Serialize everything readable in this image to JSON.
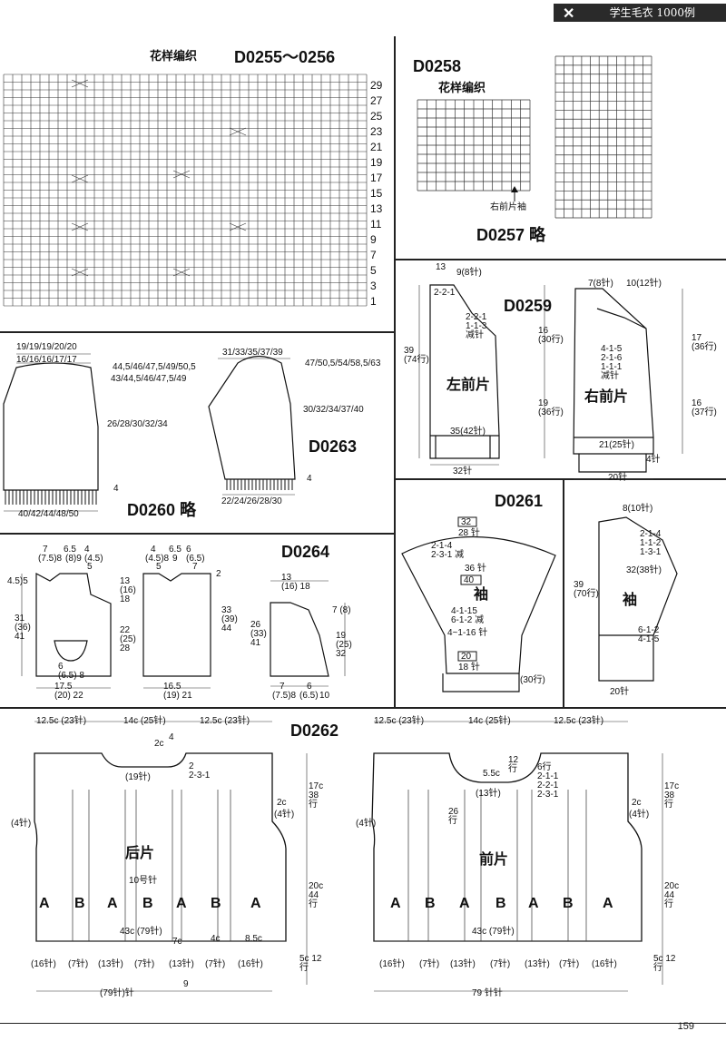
{
  "header": {
    "title": "学生毛衣 1000例",
    "accent": "#2a2a2a"
  },
  "page_number": "159",
  "sections": {
    "d0255": {
      "code": "D0255～0256",
      "subtitle": "花样编织",
      "row_numbers": [
        "29",
        "27",
        "25",
        "23",
        "21",
        "19",
        "17",
        "15",
        "13",
        "11",
        "9",
        "7",
        "5",
        "3",
        "1"
      ]
    },
    "d0258": {
      "code": "D0258",
      "subtitle": "花样编织",
      "arrow_label": "右前片袖"
    },
    "d0257": {
      "code": "D0257 略"
    },
    "d0259": {
      "code": "D0259",
      "left_piece": "左前片",
      "right_piece": "右前片",
      "l_top_a": "13",
      "l_top_b": "9(8针)",
      "l_steps": "2-2-1",
      "l_steps2": "2-2-1\n1-1-3\n减针",
      "l_height": "39\n(74行)",
      "l_bottom": "35(42针)",
      "l_width": "32针",
      "r_top_a": "7(8针)",
      "r_top_b": "10(12针)",
      "r_steps": "4-1-5\n2-1-6\n1-1-1\n减针",
      "r_h1": "16\n(30行)",
      "r_h2": "19\n(36行)",
      "r_bottom": "21(25针)",
      "r_width": "20针",
      "r_band": "4针",
      "r_right1": "17\n(36行)",
      "r_right2": "16\n(37行)"
    },
    "d0260": {
      "code": "D0260 略",
      "top1": "19/19/19/20/20",
      "top2": "16/16/16/17/17",
      "r1": "44,5/46/47,5/49/50,5",
      "r2": "43/44,5/46/47,5/49",
      "r3": "26/28/30/32/34",
      "rib": "4",
      "bottom": "40/42/44/48/50"
    },
    "d0263": {
      "code": "D0263",
      "top": "31/33/35/37/39",
      "r1": "47/50,5/54/58,5/63",
      "r2": "30/32/34/37/40",
      "rib": "4",
      "bottom": "22/24/26/28/30"
    },
    "d0264": {
      "code": "D0264",
      "a_top": [
        "7",
        "6.5",
        "4",
        "(7.5)8",
        "(8)9",
        "(4.5)",
        "5"
      ],
      "a_left": [
        "4.5)5",
        "31\n(36)\n41"
      ],
      "a_bottom": "17.5\n(20) 22",
      "a_pocket": "6\n(6.5) 8",
      "b_top": [
        "4",
        "6.5",
        "6",
        "(4.5)8",
        "9",
        "(6.5)",
        "5",
        "7"
      ],
      "b_mid": [
        "13\n(16)\n18",
        "22\n(25)\n28"
      ],
      "b_bottom": "16.5\n(19) 21",
      "b_side": "2",
      "b_right": "33\n(39)\n44",
      "c_top": "13\n(16) 18",
      "c_left": "26\n(33)\n41",
      "c_right1": "7 (8)",
      "c_right2": "19\n(25)\n32",
      "c_bottom": [
        "7",
        "6",
        "(7.5)8",
        "(6.5)",
        "10"
      ]
    },
    "d0261": {
      "code": "D0261",
      "sleeve": "袖",
      "top1": "32",
      "top2": "28 针",
      "steps": "2-1-4\n2-3-1 减",
      "mid": "36 针",
      "n40": "40",
      "dec": "4-1-15\n6-1-2 减",
      "dec2": "4~1-16 针",
      "n20": "20",
      "n18": "18 针",
      "right": "(30行)",
      "side_top": "8(10针)",
      "side_steps": "2-1-4\n1-1-2\n1-3-1",
      "side_mid": "32(38针)",
      "side_left": "39\n(70行)",
      "side_steps2": "6-1-2\n4-1-5",
      "side_bottom": "20针"
    },
    "d0262": {
      "code": "D0262",
      "back": {
        "title": "后片",
        "needle": "10号针",
        "top": [
          "12.5c (23针)",
          "14c (25针)",
          "12.5c (23针)"
        ],
        "neck": "2c",
        "neck_n": "4",
        "neck_st": "(19针)",
        "neck_steps": "2\n2-3-1",
        "side": [
          "2c",
          "(4针)"
        ],
        "left": "(4针)",
        "r1": "17c\n38\n行",
        "r2": "20c\n44\n行",
        "r3": "5c 12\n行",
        "width": "43c (79针)",
        "pattern": [
          "A",
          "B",
          "A",
          "B",
          "A",
          "B",
          "A"
        ],
        "cuffs": [
          "(16针)",
          "(7针)",
          "(13针)",
          "(7针)",
          "(13针)",
          "(7针)",
          "(16针)"
        ],
        "bot": "(79针)针",
        "bot2": "9",
        "s1": "7c",
        "s2": "4c",
        "s3": "8.5c"
      },
      "front": {
        "title": "前片",
        "top": [
          "12.5c (23针)",
          "14c (25针)",
          "12.5c (23针)"
        ],
        "neck_c": "12\n行",
        "neck_h": "5.5c",
        "neck_st": "(13针)",
        "neck_steps": "6行\n2-1-1\n2-2-1\n2-3-1",
        "left_h": "26\n行",
        "side": [
          "2c",
          "(4针)"
        ],
        "left": "(4针)",
        "r1": "17c\n38\n行",
        "r2": "20c\n44\n行",
        "r3": "5c 12\n行",
        "width": "43c (79针)",
        "pattern": [
          "A",
          "B",
          "A",
          "B",
          "A",
          "B",
          "A"
        ],
        "cuffs": [
          "(16针)",
          "(7针)",
          "(13针)",
          "(7针)",
          "(13针)",
          "(7针)",
          "(16针)"
        ],
        "bot": "79 针针"
      }
    }
  }
}
